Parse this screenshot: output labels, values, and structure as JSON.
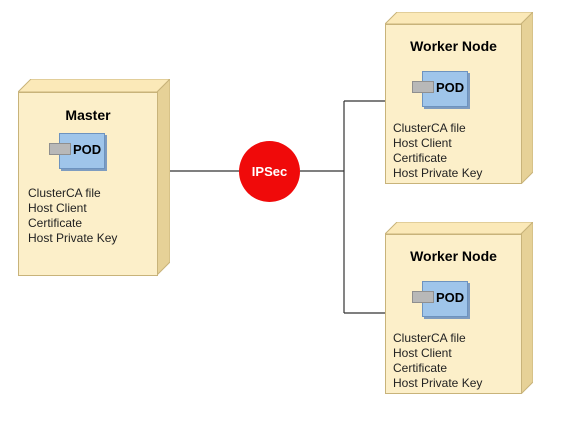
{
  "ipsec": {
    "label": "IPSec"
  },
  "pod_label": "POD",
  "nodes": {
    "master": {
      "title": "Master",
      "lines": [
        "ClusterCA file",
        "Host Client",
        "Certificate",
        "Host Private Key"
      ]
    },
    "worker1": {
      "title": "Worker Node",
      "lines": [
        "ClusterCA file",
        "Host Client",
        "Certificate",
        "Host Private Key"
      ]
    },
    "worker2": {
      "title": "Worker Node",
      "lines": [
        "ClusterCA file",
        "Host Client",
        "Certificate",
        "Host Private Key"
      ]
    }
  },
  "colors": {
    "node_fill": "#fcefc9",
    "pod_fill": "#9fc5ea",
    "ipsec_fill": "#f00a0a",
    "connector": "#333333"
  }
}
